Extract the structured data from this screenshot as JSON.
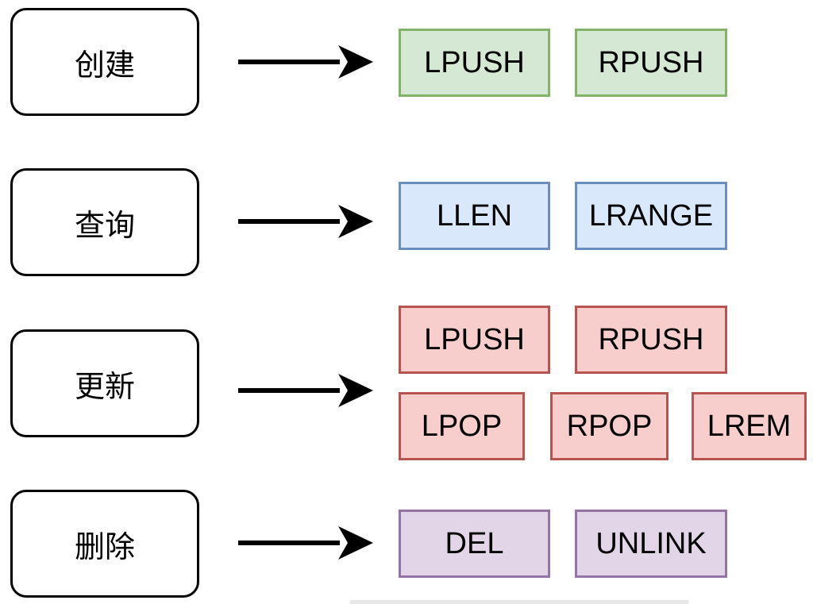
{
  "operations": [
    {
      "label": "创建",
      "commands": [
        "LPUSH",
        "RPUSH"
      ]
    },
    {
      "label": "查询",
      "commands": [
        "LLEN",
        "LRANGE"
      ]
    },
    {
      "label": "更新",
      "commands": [
        "LPUSH",
        "RPUSH",
        "LPOP",
        "RPOP",
        "LREM"
      ]
    },
    {
      "label": "删除",
      "commands": [
        "DEL",
        "UNLINK"
      ]
    }
  ],
  "colors": {
    "create": {
      "fill": "#d5e8d4",
      "stroke": "#82b366"
    },
    "query": {
      "fill": "#dae8fc",
      "stroke": "#6c8ebf"
    },
    "update": {
      "fill": "#f8cecc",
      "stroke": "#b85450"
    },
    "delete": {
      "fill": "#e1d5e7",
      "stroke": "#9673a6"
    }
  },
  "arrow_icon": "right-arrow-icon"
}
